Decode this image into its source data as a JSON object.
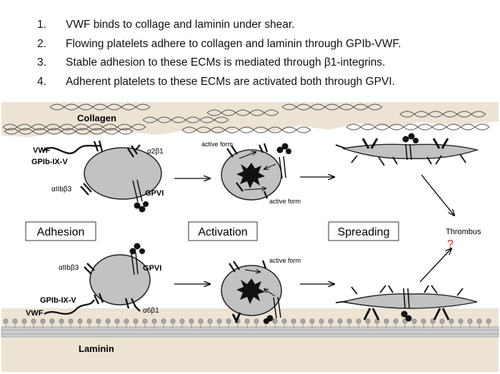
{
  "steps": [
    {
      "num": "1.",
      "text": "VWF binds to collage and laminin under shear."
    },
    {
      "num": "2.",
      "text": "Flowing platelets adhere to collagen and laminin through GPIb-VWF."
    },
    {
      "num": "3.",
      "text": "Stable adhesion to these ECMs is mediated through β1-integrins."
    },
    {
      "num": "4.",
      "text": "Adherent platelets to these ECMs are activated both through GPVI."
    }
  ],
  "matrix": {
    "top": "Collagen",
    "bottom": "Laminin"
  },
  "stages": {
    "adhesion": "Adhesion",
    "activation": "Activation",
    "spreading": "Spreading"
  },
  "outcome": {
    "label": "Thrombus",
    "mark": "?"
  },
  "receptors": {
    "vwf": "VWF",
    "gpib": "GPIb-IX-V",
    "gpvi": "GPVI",
    "a2b1": "α2β1",
    "a6b1": "α6β1",
    "aiib3": "αIIbβ3",
    "active_form": "active form"
  },
  "colors": {
    "matrix": "#ece3d4",
    "platelet": "#c2c2c2",
    "question": "#cc2222"
  }
}
